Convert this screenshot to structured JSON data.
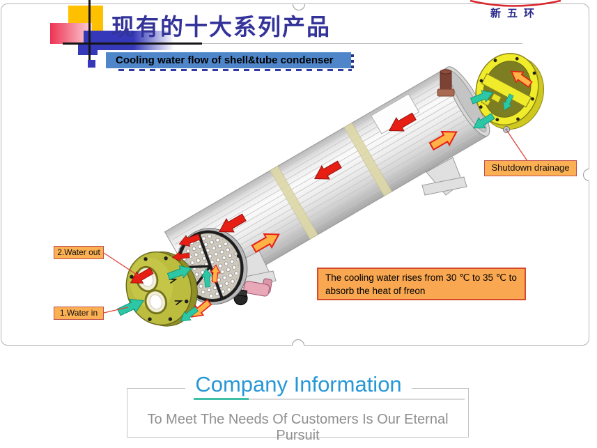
{
  "header": {
    "title": "现有的十大系列产品",
    "title_color": "#333399",
    "banner": {
      "label": "Cooling water flow of shell&tube condenser",
      "bg": "#4e86c9"
    },
    "logo": {
      "text": "新五环",
      "arc_color": "#d9272e",
      "text_color": "#2b2b8c"
    }
  },
  "figure": {
    "labels": {
      "shutdown_drainage": "Shutdown drainage",
      "water_out": "2.Water out",
      "water_in": "1.Water in"
    },
    "note": {
      "line1": "The cooling water rises from 30 ℃ to 35 ℃ to",
      "line2": "absorb the heat of freon",
      "bg": "#f9a750",
      "border": "#d44a2a"
    },
    "colors": {
      "label_bg": "#fbb053",
      "label_border": "#c0504d",
      "arrow_red": "#e61e14",
      "arrow_outline_fill": "#ffb347",
      "arrow_teal": "#2cc7a5",
      "flange_yellow": "#f0ec2b",
      "flange_olive": "#7d7d22",
      "shell_gray": "#ececec"
    }
  },
  "company": {
    "heading": "Company Information",
    "heading_color": "#2797d6",
    "underline_color": "#3fbfa8",
    "subtitle": "To Meet The Needs Of Customers Is Our Eternal Pursuit",
    "subtitle_color": "#8f8f8f"
  }
}
